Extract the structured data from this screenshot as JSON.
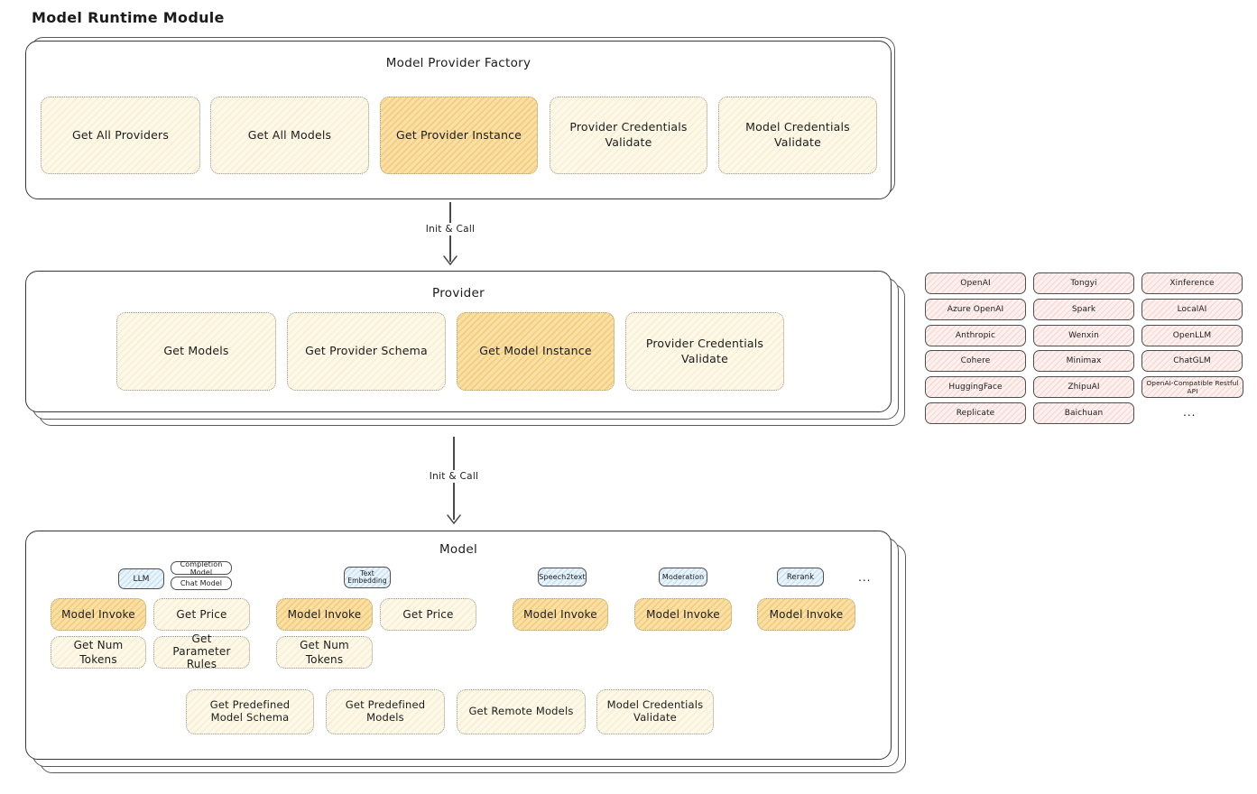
{
  "title": "Model Runtime Module",
  "arrow1_label": "Init & Call",
  "arrow2_label": "Init & Call",
  "factory": {
    "title": "Model Provider Factory",
    "buttons": [
      "Get All Providers",
      "Get All Models",
      "Get Provider Instance",
      "Provider Credentials Validate",
      "Model Credentials Validate"
    ]
  },
  "provider": {
    "title": "Provider",
    "buttons": [
      "Get Models",
      "Get Provider Schema",
      "Get Model Instance",
      "Provider Credentials Validate"
    ]
  },
  "providers_grid": {
    "items": [
      "OpenAI",
      "Tongyi",
      "Xinference",
      "Azure OpenAI",
      "Spark",
      "LocalAI",
      "Anthropic",
      "Wenxin",
      "OpenLLM",
      "Cohere",
      "Minimax",
      "ChatGLM",
      "HuggingFace",
      "ZhipuAI",
      "OpenAI-Compatible Restful API",
      "Replicate",
      "Baichuan"
    ],
    "more": "..."
  },
  "model": {
    "title": "Model",
    "tabs": {
      "llm": "LLM",
      "completion": "Completion Model",
      "chat": "Chat Model",
      "text_embedding": "Text Embedding",
      "speech2text": "Speech2text",
      "moderation": "Moderation",
      "rerank": "Rerank",
      "more": "..."
    },
    "buttons": {
      "model_invoke": "Model Invoke",
      "get_price": "Get Price",
      "get_num_tokens": "Get Num Tokens",
      "get_parameter_rules": "Get Parameter Rules"
    },
    "bottom_buttons": [
      "Get Predefined Model Schema",
      "Get Predefined Models",
      "Get Remote Models",
      "Model Credentials Validate"
    ]
  },
  "colors": {
    "cream": "#fdf9ea",
    "highlight": "#f9e2ae",
    "pink": "#fdf1ef",
    "blue": "#e9f4fc",
    "box_border": "#383838"
  }
}
